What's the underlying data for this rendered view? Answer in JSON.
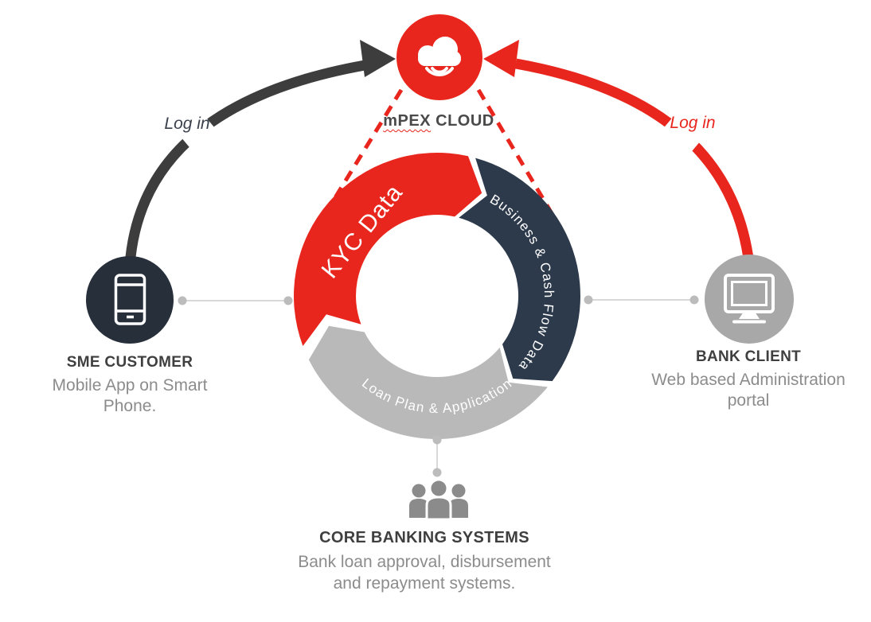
{
  "palette": {
    "red": "#e8261d",
    "navy": "#2d3a4c",
    "dark_node": "#272f3b",
    "arrow_dark": "#3d3d3d",
    "ring_gray": "#b9b9b9",
    "node_gray": "#a8a8a8",
    "heading_text": "#3f3f3f",
    "body_text": "#8c8c8c"
  },
  "cloud": {
    "brand": "mPEX",
    "suffix": "CLOUD"
  },
  "arrows": {
    "left_label": "Log in",
    "right_label": "Log in"
  },
  "nodes": {
    "sme": {
      "title": "SME CUSTOMER",
      "desc_line1": "Mobile App on Smart",
      "desc_line2": "Phone."
    },
    "bank": {
      "title": "BANK CLIENT",
      "desc_line1": "Web based Administration",
      "desc_line2": "portal"
    },
    "core": {
      "title": "CORE BANKING SYSTEMS",
      "desc_line1": "Bank loan approval, disbursement",
      "desc_line2": "and repayment systems."
    }
  },
  "ring": {
    "flow": "clockwise",
    "segments": [
      {
        "label": "KYC Data",
        "color": "#e8261d"
      },
      {
        "label": "Business & Cash Flow Data",
        "color": "#2d3a4c"
      },
      {
        "label": "Loan Plan & Application",
        "color": "#b9b9b9"
      }
    ]
  }
}
